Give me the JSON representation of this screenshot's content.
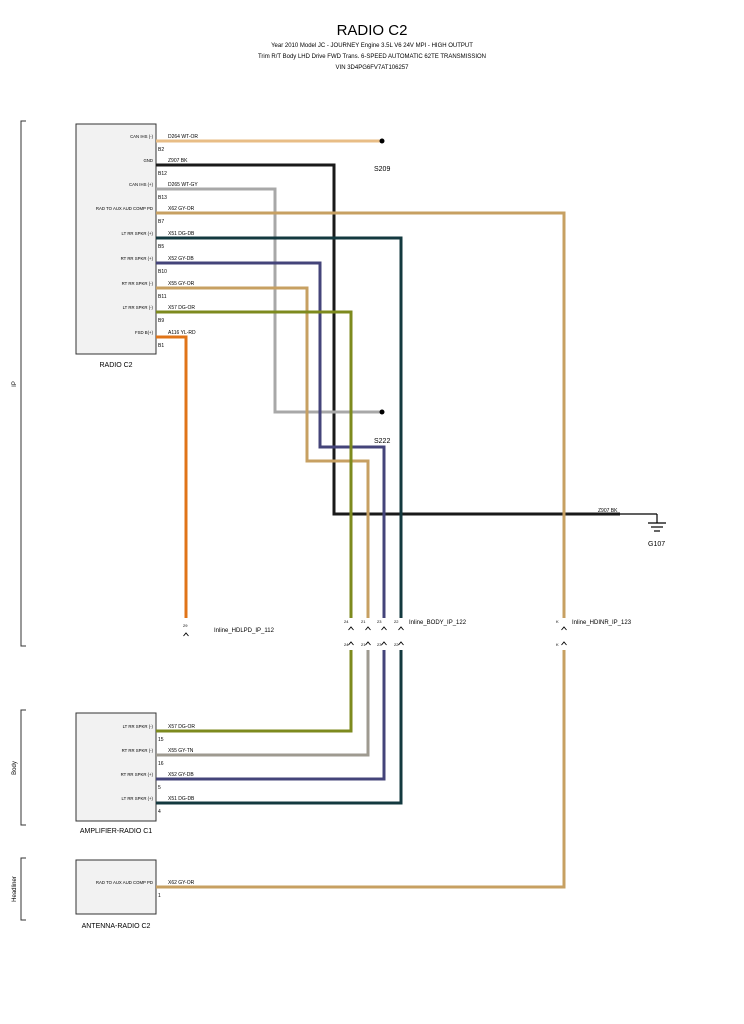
{
  "header": {
    "title": "RADIO C2",
    "line1": "Year 2010 Model JC - JOURNEY Engine 3.5L V6 24V MPI - HIGH OUTPUT",
    "line2": "Trim R/T Body LHD Drive FWD Trans. 6-SPEED AUTOMATIC 62TE TRANSMISSION",
    "line3": "VIN 3D4PG6FV7AT106257"
  },
  "zones": {
    "ip": "IP",
    "body": "Body",
    "headliner": "Headliner"
  },
  "colors": {
    "WT-OR": "#e8bd86",
    "BK": "#1a1a1a",
    "WT-GY": "#a8a8a8",
    "GY-OR": "#c7a062",
    "DG-DB": "#13393f",
    "GY-DB": "#44447a",
    "DG-OR": "#7d8a1e",
    "YL-RD": "#e07418",
    "GY-TN": "#9e9a90",
    "box_fill": "#f2f2f2"
  },
  "radio": {
    "name": "RADIO C2",
    "pins": [
      {
        "func": "CAN IHS (-)",
        "wire": "D264 WT-OR",
        "pin": "B2"
      },
      {
        "func": "GND",
        "wire": "Z907 BK",
        "pin": "B12"
      },
      {
        "func": "CAN IHS (+)",
        "wire": "D265 WT-GY",
        "pin": "B13"
      },
      {
        "func": "RAD TO AUX AUD COMP PD",
        "wire": "X62 GY-OR",
        "pin": "B7"
      },
      {
        "func": "LT RR SPKR (+)",
        "wire": "X51 DG-DB",
        "pin": "B5"
      },
      {
        "func": "RT RR SPKR (+)",
        "wire": "X52 GY-DB",
        "pin": "B10"
      },
      {
        "func": "RT RR SPKR (-)",
        "wire": "X55 GY-OR",
        "pin": "B11"
      },
      {
        "func": "LT RR SPKR (-)",
        "wire": "X57 DG-OR",
        "pin": "B9"
      },
      {
        "func": "FSD B(+)",
        "wire": "A116 YL-RD",
        "pin": "B1"
      }
    ]
  },
  "amplifier": {
    "name": "AMPLIFIER-RADIO C1",
    "pins": [
      {
        "func": "LT RR SPKR (-)",
        "wire": "X57 DG-OR",
        "pin": "15"
      },
      {
        "func": "RT RR SPKR (-)",
        "wire": "X55 GY-TN",
        "pin": "16"
      },
      {
        "func": "RT RR SPKR (+)",
        "wire": "X52 GY-DB",
        "pin": "5"
      },
      {
        "func": "LT RR SPKR (+)",
        "wire": "X51 DG-DB",
        "pin": "4"
      }
    ]
  },
  "antenna": {
    "name": "ANTENNA-RADIO C2",
    "pins": [
      {
        "func": "RAD TO AUX AUD COMP PD",
        "wire": "X62 GY-OR",
        "pin": "1"
      }
    ]
  },
  "splices": {
    "s209": "S209",
    "s222": "S222"
  },
  "ground": {
    "name": "G107",
    "wire": "Z907 BK"
  },
  "inlines": {
    "hdlpd": {
      "name": "Inline_HDLPD_IP_112",
      "pin": "29"
    },
    "body": {
      "name": "Inline_BODY_IP_122",
      "pins_top": [
        "24",
        "21",
        "23",
        "22"
      ],
      "pins_bottom": [
        "24",
        "21",
        "23",
        "22"
      ]
    },
    "hdinr": {
      "name": "Inline_HDINR_IP_123",
      "pin_top": "K",
      "pin_bottom": "K"
    }
  }
}
